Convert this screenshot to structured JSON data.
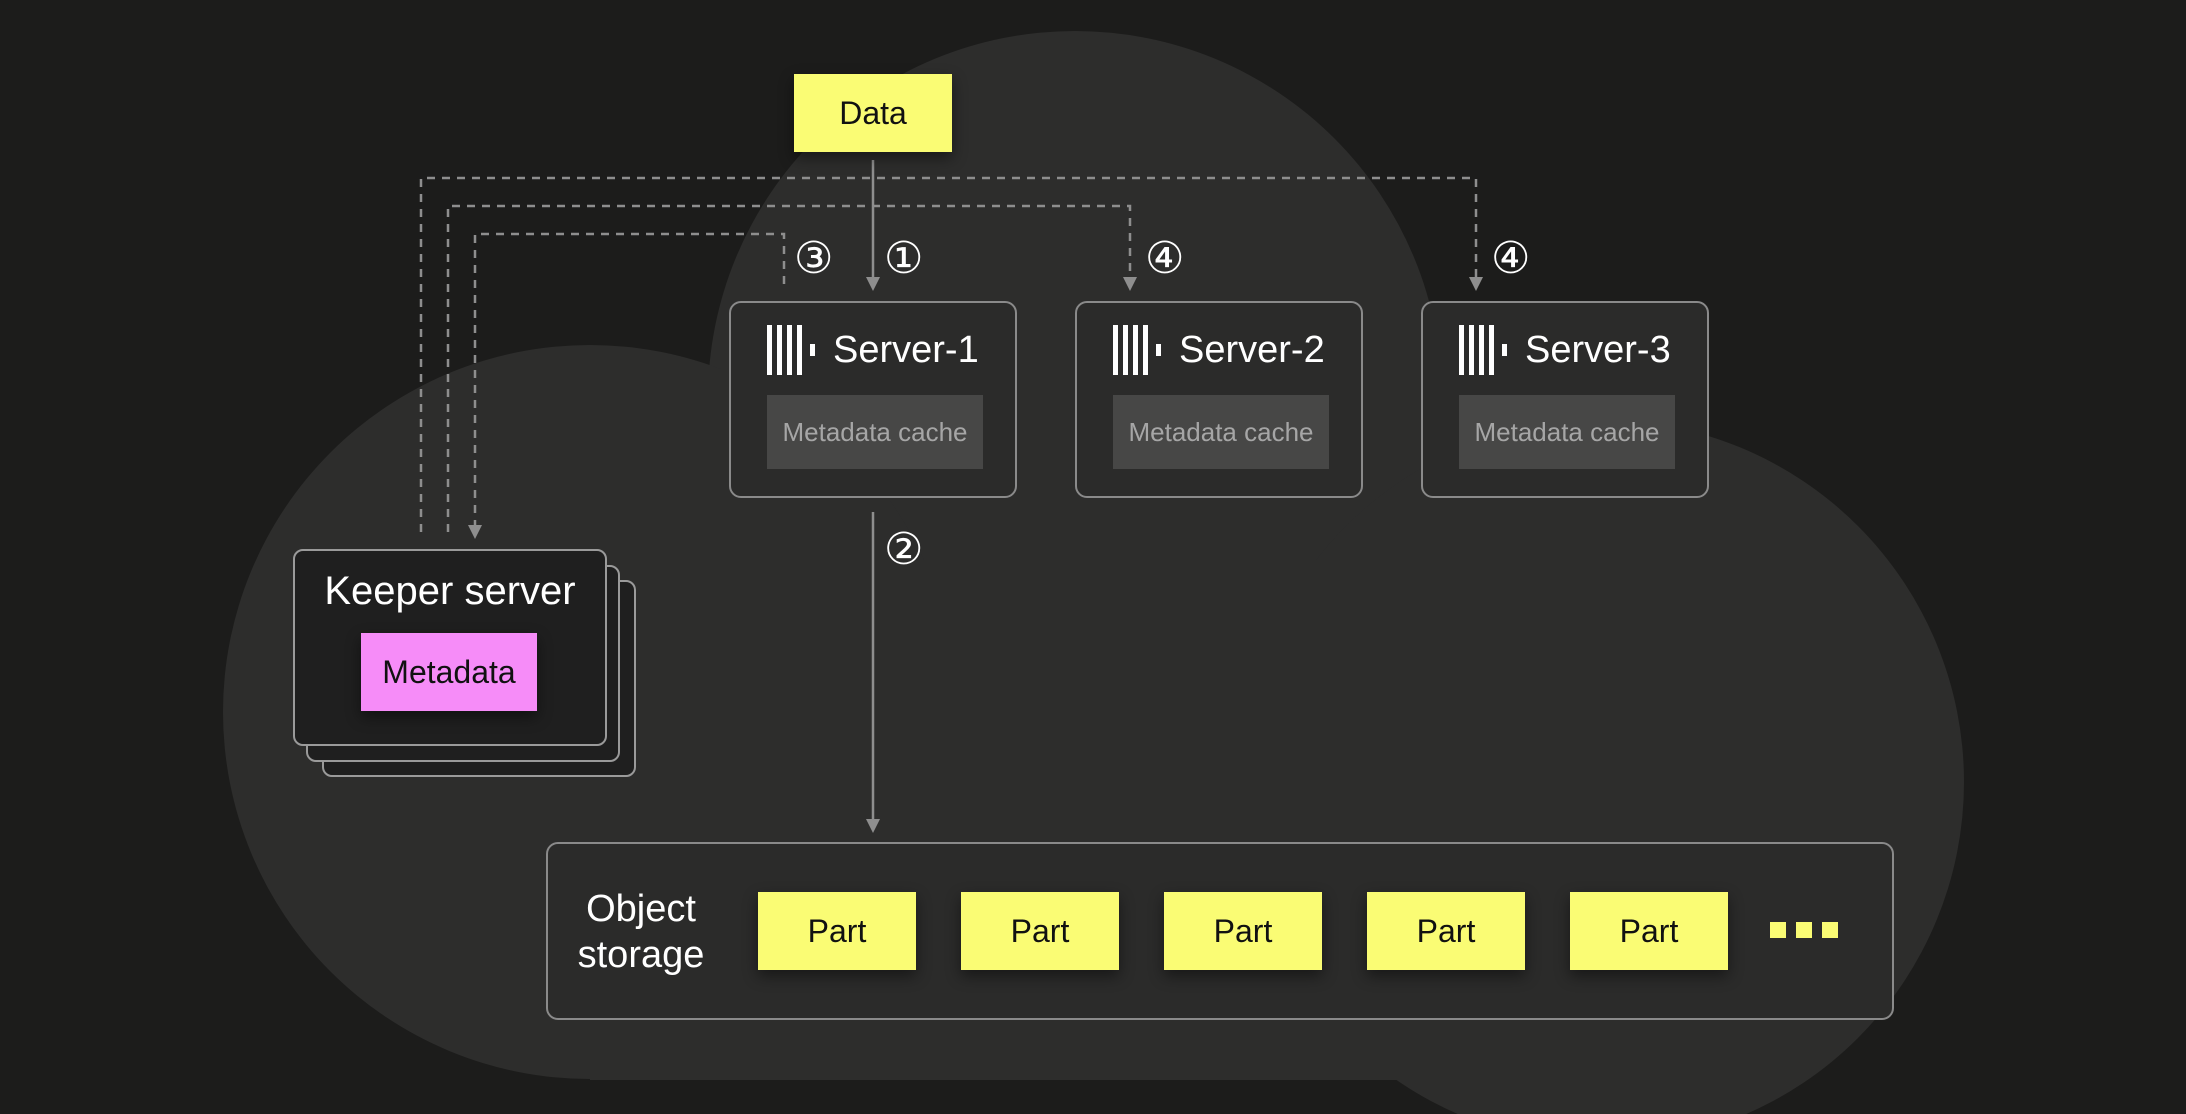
{
  "data_label": "Data",
  "steps": {
    "s1": "①",
    "s2": "②",
    "s3": "③",
    "s4a": "④",
    "s4b": "④"
  },
  "servers": [
    {
      "name": "Server-1",
      "cache": "Metadata cache"
    },
    {
      "name": "Server-2",
      "cache": "Metadata cache"
    },
    {
      "name": "Server-3",
      "cache": "Metadata cache"
    }
  ],
  "keeper": {
    "title": "Keeper server",
    "metadata": "Metadata"
  },
  "object_storage": {
    "label": "Object\nstorage",
    "parts": [
      "Part",
      "Part",
      "Part",
      "Part",
      "Part"
    ],
    "more": "ellipsis-dots"
  },
  "colors": {
    "background": "#1c1c1b",
    "cloud": "#2d2d2c",
    "data_yellow": "#fafc74",
    "metadata_pink": "#f68cf8",
    "box_border": "#8a8a8a",
    "cache_gray": "#474746"
  }
}
